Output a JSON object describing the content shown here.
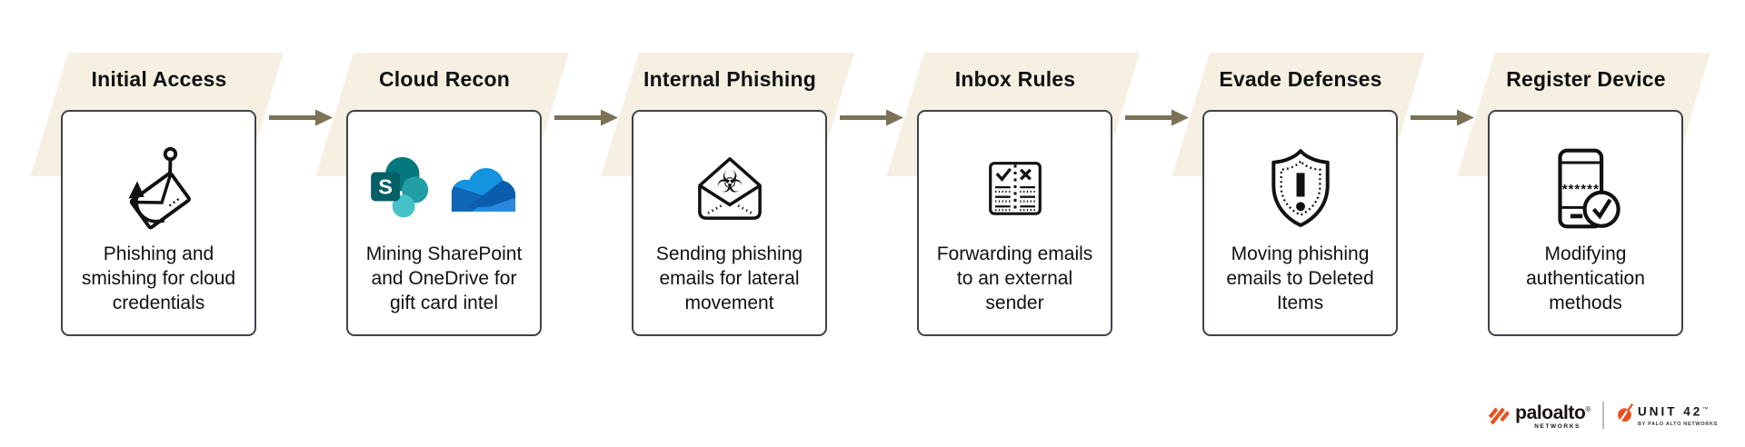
{
  "colors": {
    "band": "#F5F0E1",
    "arrow": "#7B7257",
    "card_border": "#3E434B",
    "brand_orange": "#E8501F",
    "sharepoint_tile": "#045F66",
    "sharepoint_circle_large": "#03787C",
    "sharepoint_circle_mid": "#219DA4",
    "sharepoint_circle_small": "#45C1CA",
    "onedrive_top": "#1493DF",
    "onedrive_left": "#0E66B4",
    "onedrive_right": "#0B5CAC",
    "onedrive_bottom_right": "#2B87DB"
  },
  "stages": [
    {
      "title": "Initial Access",
      "description": "Phishing and\nsmishing for cloud\ncredentials",
      "icon": "phishing-hook-envelope-icon"
    },
    {
      "title": "Cloud Recon",
      "description": "Mining SharePoint\nand OneDrive for\ngift card intel",
      "icon": "sharepoint-onedrive-logos",
      "sharepoint_letter": "S"
    },
    {
      "title": "Internal Phishing",
      "description": "Sending phishing\nemails for lateral\nmovement",
      "icon": "biohazard-envelope-icon",
      "biohazard_glyph": "☣"
    },
    {
      "title": "Inbox Rules",
      "description": "Forwarding emails\nto an external\nsender",
      "icon": "mail-rules-checklist-icon"
    },
    {
      "title": "Evade Defenses",
      "description": "Moving phishing\nemails to Deleted\nItems",
      "icon": "shield-exclamation-icon"
    },
    {
      "title": "Register Device",
      "description": "Modifying\nauthentication\nmethods",
      "icon": "phone-verified-icon",
      "passcode_mask": "******"
    }
  ],
  "footer": {
    "paloalto_wordmark": "paloalto",
    "paloalto_reg": "®",
    "paloalto_sub": "NETWORKS",
    "unit42_wordmark": "UNIT 42",
    "unit42_tm": "™",
    "unit42_sub": "BY PALO ALTO NETWORKS"
  }
}
